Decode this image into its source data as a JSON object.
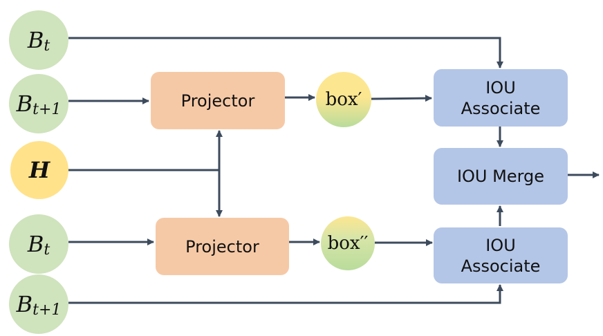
{
  "nodes": {
    "bt_top": {
      "base": "B",
      "sub": "t"
    },
    "bt1_top": {
      "base": "B",
      "sub": "t+1"
    },
    "h": {
      "label": "H"
    },
    "bt_bottom": {
      "base": "B",
      "sub": "t"
    },
    "bt1_bottom": {
      "base": "B",
      "sub": "t+1"
    },
    "box_prime": {
      "label": "box′"
    },
    "box_double_prime": {
      "label": "box′′"
    }
  },
  "boxes": {
    "projector_top": "Projector",
    "projector_bottom": "Projector",
    "iou_associate_top": "IOU\nAssociate",
    "iou_merge": "IOU Merge",
    "iou_associate_bottom": "IOU\nAssociate"
  },
  "colors": {
    "green": "#cfe3bd",
    "yellow": "#ffe28a",
    "orange": "#f6c9a6",
    "blue": "#b4c6e7",
    "arrow": "#3c4a5c"
  }
}
